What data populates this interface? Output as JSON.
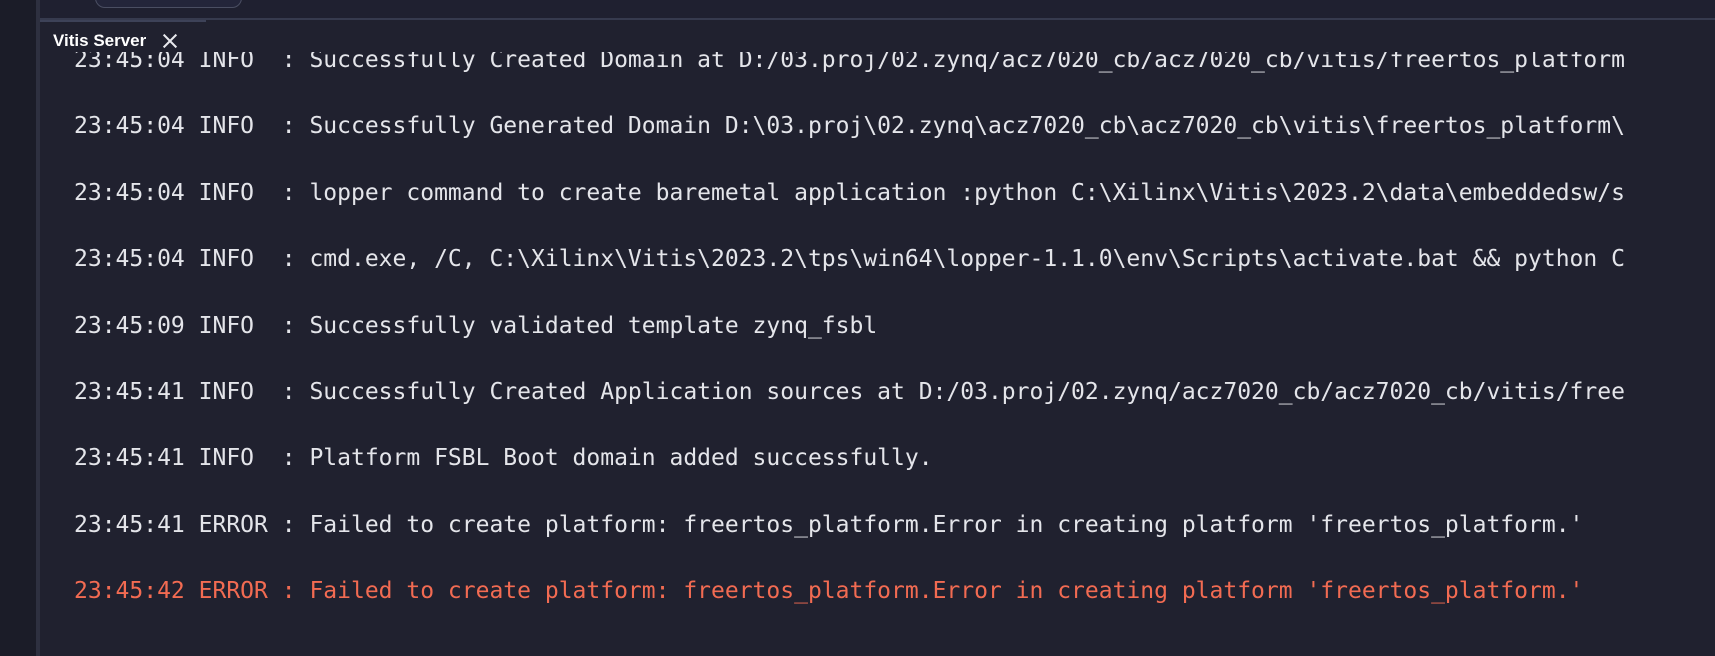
{
  "tab": {
    "label": "Vitis Server"
  },
  "log": {
    "lines": [
      {
        "time": "23:45:04",
        "level": "INFO ",
        "text": ": Successfully Created Domain at D:/03.proj/02.zynq/acz7020_cb/acz7020_cb/vitis/freertos_platform",
        "highlight": false
      },
      {
        "time": "23:45:04",
        "level": "INFO ",
        "text": ": Successfully Generated Domain D:\\03.proj\\02.zynq\\acz7020_cb\\acz7020_cb\\vitis\\freertos_platform\\",
        "highlight": false
      },
      {
        "time": "23:45:04",
        "level": "INFO ",
        "text": ": lopper command to create baremetal application :python C:\\Xilinx\\Vitis\\2023.2\\data\\embeddedsw/s",
        "highlight": false
      },
      {
        "time": "23:45:04",
        "level": "INFO ",
        "text": ": cmd.exe, /C, C:\\Xilinx\\Vitis\\2023.2\\tps\\win64\\lopper-1.1.0\\env\\Scripts\\activate.bat && python C",
        "highlight": false
      },
      {
        "time": "23:45:09",
        "level": "INFO ",
        "text": ": Successfully validated template zynq_fsbl",
        "highlight": false
      },
      {
        "time": "23:45:41",
        "level": "INFO ",
        "text": ": Successfully Created Application sources at D:/03.proj/02.zynq/acz7020_cb/acz7020_cb/vitis/free",
        "highlight": false
      },
      {
        "time": "23:45:41",
        "level": "INFO ",
        "text": ": Platform FSBL Boot domain added successfully.",
        "highlight": false
      },
      {
        "time": "23:45:41",
        "level": "ERROR",
        "text": ": Failed to create platform: freertos_platform.Error in creating platform 'freertos_platform.'",
        "highlight": false
      },
      {
        "time": "23:45:42",
        "level": "ERROR",
        "text": ": Failed to create platform: freertos_platform.Error in creating platform 'freertos_platform.'",
        "highlight": true
      }
    ]
  },
  "colors": {
    "background": "#20212f",
    "text": "#e4e5ea",
    "error_highlight": "#f26b52"
  },
  "icons": {
    "tab_close": "close-icon"
  }
}
